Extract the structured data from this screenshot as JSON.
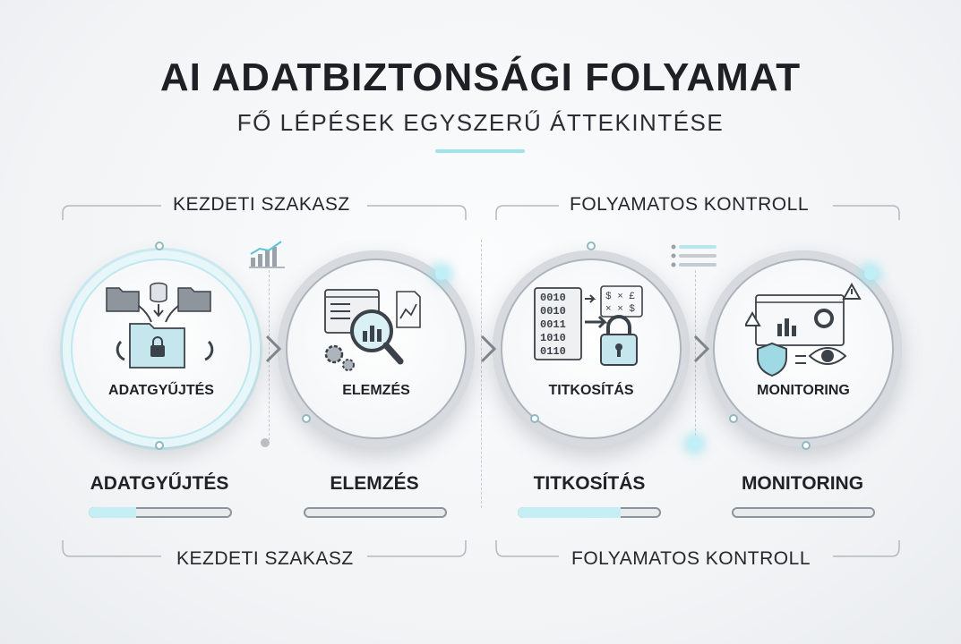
{
  "title": "AI ADATBIZTONSÁGI FOLYAMAT",
  "subtitle": "FŐ LÉPÉSEK EGYSZERŰ ÁTTEKINTÉSE",
  "phases": {
    "left_top": "KEZDETI SZAKASZ",
    "right_top": "FOLYAMATOS KONTROLL",
    "left_bottom": "KEZDETI SZAKASZ",
    "right_bottom": "FOLYAMATOS KONTROLL"
  },
  "steps": [
    {
      "circle_label": "ADATGYŰJTÉS",
      "name": "ADATGYŰJTÉS",
      "icon": "folder-collect-icon",
      "progress": 0.33,
      "bar_color": "#c6eef5"
    },
    {
      "circle_label": "ELEMZÉS",
      "name": "ELEMZÉS",
      "icon": "analysis-magnifier-icon",
      "progress": 0.0,
      "bar_color": "#c6eef5"
    },
    {
      "circle_label": "TITKOSÍTÁS",
      "name": "TITKOSÍTÁS",
      "icon": "encryption-lock-icon",
      "progress": 0.72,
      "bar_color": "#c6eef5"
    },
    {
      "circle_label": "MONITORING",
      "name": "MONITORING",
      "icon": "monitoring-eye-icon",
      "progress": 0.0,
      "bar_color": "#c6eef5"
    }
  ],
  "binary_text": [
    "0010",
    "0010",
    "0011",
    "1010",
    "0110"
  ],
  "currency_text": [
    "$ × £",
    "× × $"
  ],
  "colors": {
    "accent": "#9fe3ef",
    "ink": "#1f2328",
    "line": "#8d949b"
  }
}
